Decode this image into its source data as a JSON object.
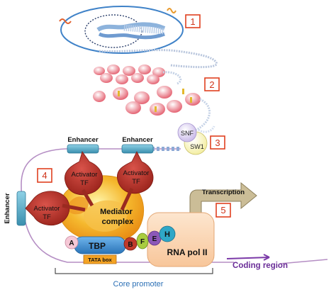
{
  "steps": {
    "s1": "1",
    "s2": "2",
    "s3": "3",
    "s4": "4",
    "s5": "5"
  },
  "enhancers": {
    "top_left": "Enhancer",
    "top_right": "Enhancer",
    "side": "Enhancer"
  },
  "remodeling": {
    "snf": "SNF",
    "swi": "SW1"
  },
  "activators": {
    "a1_line1": "Activator",
    "a1_line2": "TF",
    "a2_line1": "Activator",
    "a2_line2": "TF",
    "a3_line1": "Activator",
    "a3_line2": "TF"
  },
  "mediator": {
    "line1": "Mediator",
    "line2": "complex"
  },
  "factors": {
    "a": "A",
    "tbp": "TBP",
    "b": "B",
    "f": "F",
    "e": "E",
    "h": "H",
    "tata": "TATA box"
  },
  "polymerase": "RNA pol II",
  "transcription": "Transcription",
  "coding_region": "Coding region",
  "core_promoter": "Core promoter",
  "colors": {
    "step_box": "#e04020",
    "enhancer": "#4fa6c2",
    "activator": "#c0392b",
    "mediator": "#f2a21f",
    "tbp": "#3d8fd0",
    "polymerase": "#fbd7b3",
    "dna_line": "#b58ec4",
    "coding": "#7b3aa8",
    "arrow": "#bfae86"
  }
}
